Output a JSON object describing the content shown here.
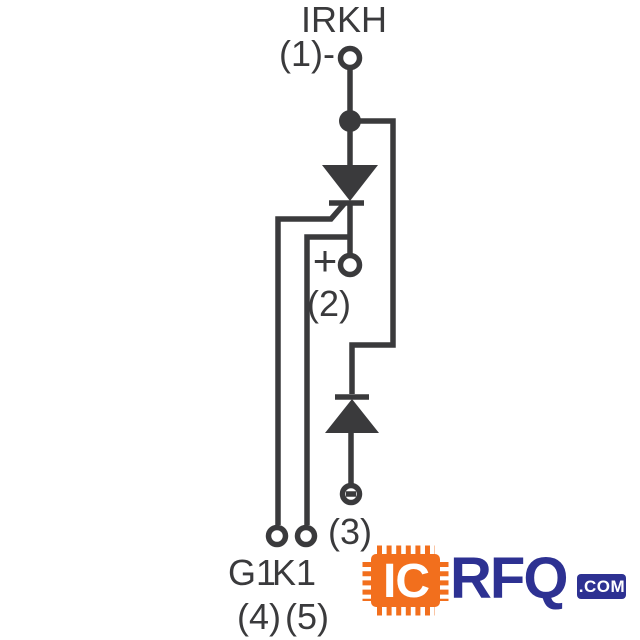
{
  "colors": {
    "line": "#3a3a3c",
    "background": "#ffffff",
    "orange": "#f26f1d",
    "navy": "#2d3192",
    "logo_text": "#ffffff"
  },
  "schematic": {
    "title": "IRKH",
    "terminal1_label": "(1)-",
    "plus_sign": "+",
    "terminal2_label": "(2)",
    "terminal3_label": "(3)",
    "gate_name": "G1",
    "cathode_name": "K1",
    "terminal4_label": "(4)",
    "terminal5_label": "(5)"
  },
  "logo": {
    "chip_text": "IC",
    "brand_text": "RFQ",
    "domain_text": ".COM"
  }
}
